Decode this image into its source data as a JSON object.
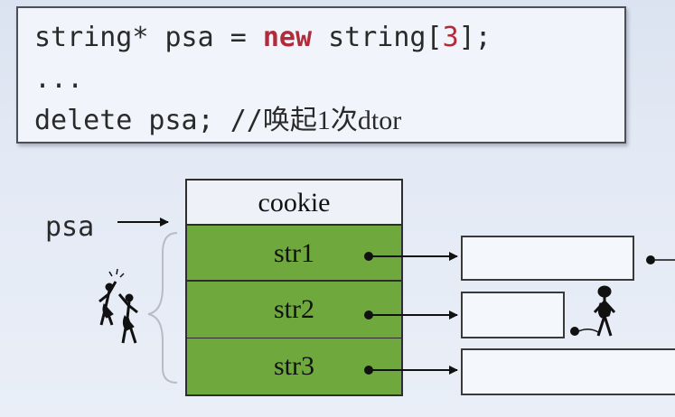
{
  "code": {
    "line1": {
      "pre": "string* psa = ",
      "keyword": "new",
      "mid": " string[",
      "number": "3",
      "post": "];"
    },
    "line2": "...",
    "line3": {
      "code": "delete psa; //",
      "comment": "唤起1次dtor"
    }
  },
  "diagram": {
    "pointer_label": "psa",
    "header_cell": "cookie",
    "cells": [
      "str1",
      "str2",
      "str3"
    ]
  },
  "colors": {
    "keyword": "#b12b3a",
    "cell_fill": "#6fa93d",
    "header_fill": "#eef2f8"
  },
  "icons": [
    "people-figures-icon",
    "stick-figure-icon"
  ]
}
